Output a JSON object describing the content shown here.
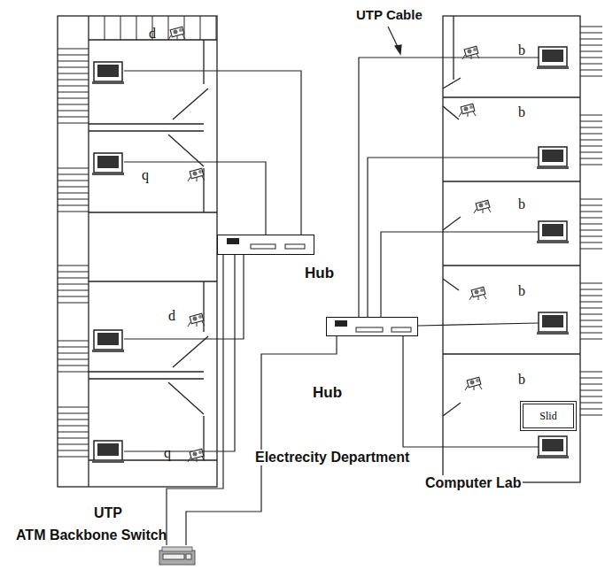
{
  "diagram": {
    "nodes": [
      {
        "text": [
          "Hub"
        ]
      },
      {
        "text": [
          "Hub"
        ]
      },
      {
        "text": [
          "Slid"
        ]
      },
      {
        "text": [
          "ATM Backbone Switch"
        ]
      }
    ],
    "edges": [
      {
        "from": 0,
        "to": 3,
        "arrow": "none"
      },
      {
        "from": 1,
        "to": 3,
        "arrow": "none"
      }
    ],
    "labels": [
      "UTP Cable",
      "d",
      "q",
      "d",
      "q",
      "b",
      "b",
      "b",
      "b",
      "b",
      "Electrecity Department",
      "Computer Lab",
      "UTP"
    ]
  }
}
